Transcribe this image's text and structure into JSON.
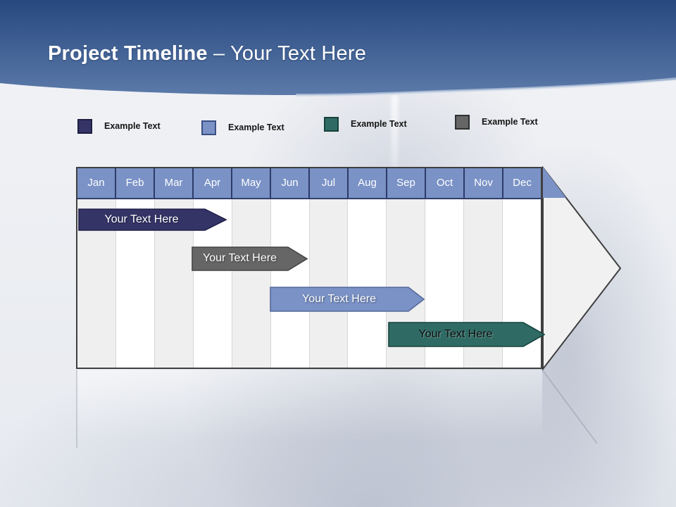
{
  "title": {
    "bold_text": "Project Timeline",
    "light_text": " – Your Text Here"
  },
  "legend": {
    "items": [
      {
        "label": "Example Text",
        "color": "#343467",
        "border": "#1e1e40"
      },
      {
        "label": "Example Text",
        "color": "#7a92c6",
        "border": "#3c4f85"
      },
      {
        "label": "Example Text",
        "color": "#2f6b64",
        "border": "#16423c"
      },
      {
        "label": "Example Text",
        "color": "#666666",
        "border": "#2f2f2f"
      }
    ]
  },
  "timeline": {
    "months": [
      "Jan",
      "Feb",
      "Mar",
      "Apr",
      "May",
      "Jun",
      "Jul",
      "Aug",
      "Sep",
      "Oct",
      "Nov",
      "Dec"
    ],
    "header_fill": "#7a92c6",
    "header_text_color": "#ffffff",
    "bars": [
      {
        "label": "Your Text Here",
        "fill": "#343467",
        "border": "#20204a",
        "text_color": "#ffffff",
        "start_month": "Jan",
        "end_month": "Apr"
      },
      {
        "label": "Your Text Here",
        "fill": "#666666",
        "border": "#454545",
        "text_color": "#ffffff",
        "start_month": "Mar",
        "end_month": "Jun"
      },
      {
        "label": "Your Text Here",
        "fill": "#7a92c6",
        "border": "#55699a",
        "text_color": "#ffffff",
        "start_month": "May",
        "end_month": "Sep"
      },
      {
        "label": "Your Text Here",
        "fill": "#2f6b64",
        "border": "#14443d",
        "text_color": "#0d0d0d",
        "start_month": "Sep",
        "end_month": "Dec"
      }
    ],
    "colors": {
      "frame_border": "#3f3f3f",
      "month_separator": "#2e3b68",
      "column_alt": "#efefef",
      "tip_fill": "#f1f1f2"
    }
  },
  "header": {
    "gradient_top": "#27487f",
    "gradient_bottom": "#5b7aa9"
  }
}
